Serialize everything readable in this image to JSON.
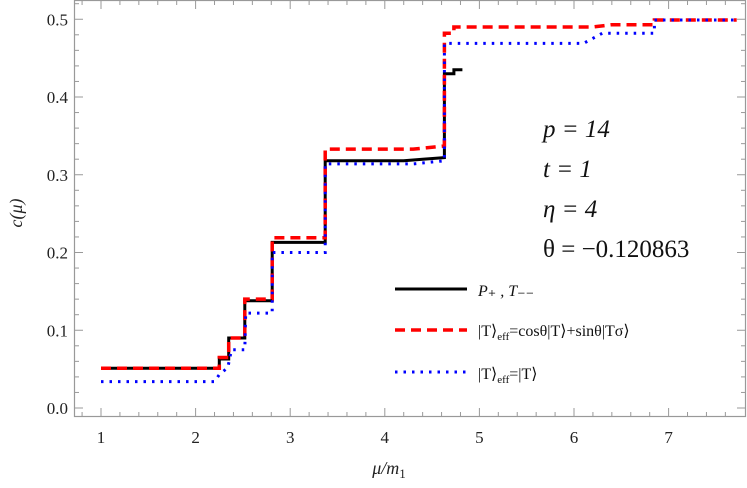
{
  "chart_data": {
    "type": "line",
    "title": "",
    "xlabel": "μ/m₁",
    "ylabel": "c(μ)",
    "xlim": [
      0.72,
      7.78
    ],
    "ylim": [
      -0.01,
      0.52
    ],
    "x_ticks": [
      "1",
      "2",
      "3",
      "4",
      "5",
      "6",
      "7"
    ],
    "y_ticks": [
      "0.0",
      "0.1",
      "0.2",
      "0.3",
      "0.4",
      "0.5"
    ],
    "grid": false,
    "legend_position": "lower right",
    "annotations": [
      "p = 14",
      "t = 1",
      "η = 4",
      "θ = −0.120863"
    ],
    "series": [
      {
        "name": "P₊ , T₋₋",
        "color": "#000000",
        "style": "solid",
        "x": [
          1,
          2.25,
          2.25,
          2.35,
          2.35,
          2.52,
          2.52,
          2.81,
          2.81,
          3.37,
          3.37,
          4.2,
          4.4,
          4.63,
          4.63,
          4.73,
          4.73,
          4.82
        ],
        "y": [
          0.051,
          0.051,
          0.063,
          0.063,
          0.09,
          0.09,
          0.138,
          0.138,
          0.213,
          0.213,
          0.318,
          0.318,
          0.32,
          0.322,
          0.43,
          0.43,
          0.435,
          0.435
        ]
      },
      {
        "name": "|T⟩eff=cosθ|T⟩+sinθ|Tσ⟩",
        "color": "#ff0000",
        "style": "dashed",
        "x": [
          1,
          2.25,
          2.25,
          2.35,
          2.35,
          2.52,
          2.52,
          2.81,
          2.81,
          3.37,
          3.37,
          4.3,
          4.63,
          4.63,
          4.73,
          4.73,
          6.2,
          6.4,
          6.85,
          6.85,
          7.72
        ],
        "y": [
          0.051,
          0.051,
          0.065,
          0.065,
          0.09,
          0.09,
          0.14,
          0.14,
          0.219,
          0.219,
          0.333,
          0.333,
          0.337,
          0.482,
          0.482,
          0.49,
          0.49,
          0.493,
          0.493,
          0.499,
          0.499
        ]
      },
      {
        "name": "|T⟩eff=|T⟩",
        "color": "#0000ff",
        "style": "dotted",
        "x": [
          1,
          2.2,
          2.25,
          2.34,
          2.38,
          2.52,
          2.53,
          2.81,
          2.81,
          3.37,
          3.37,
          4.3,
          4.63,
          4.63,
          6.1,
          6.3,
          6.85,
          6.85,
          7.72
        ],
        "y": [
          0.034,
          0.034,
          0.043,
          0.052,
          0.075,
          0.075,
          0.122,
          0.122,
          0.2,
          0.2,
          0.314,
          0.314,
          0.318,
          0.469,
          0.469,
          0.482,
          0.482,
          0.499,
          0.499
        ]
      }
    ]
  },
  "labels": {
    "xlabel_main": "μ/m",
    "xlabel_sub": "1",
    "ylabel": "c(μ)",
    "annot_p": "p = 14",
    "annot_t": "t = 1",
    "annot_eta": "η = 4",
    "annot_theta": "θ = −0.120863",
    "legend_1": "P₊ , T₋₋",
    "legend_2_a": "|T⟩",
    "legend_2_sub": "eff",
    "legend_2_b": "=cosθ|T⟩+sinθ|Tσ⟩",
    "legend_3_a": "|T⟩",
    "legend_3_sub": "eff",
    "legend_3_b": "=|T⟩"
  }
}
